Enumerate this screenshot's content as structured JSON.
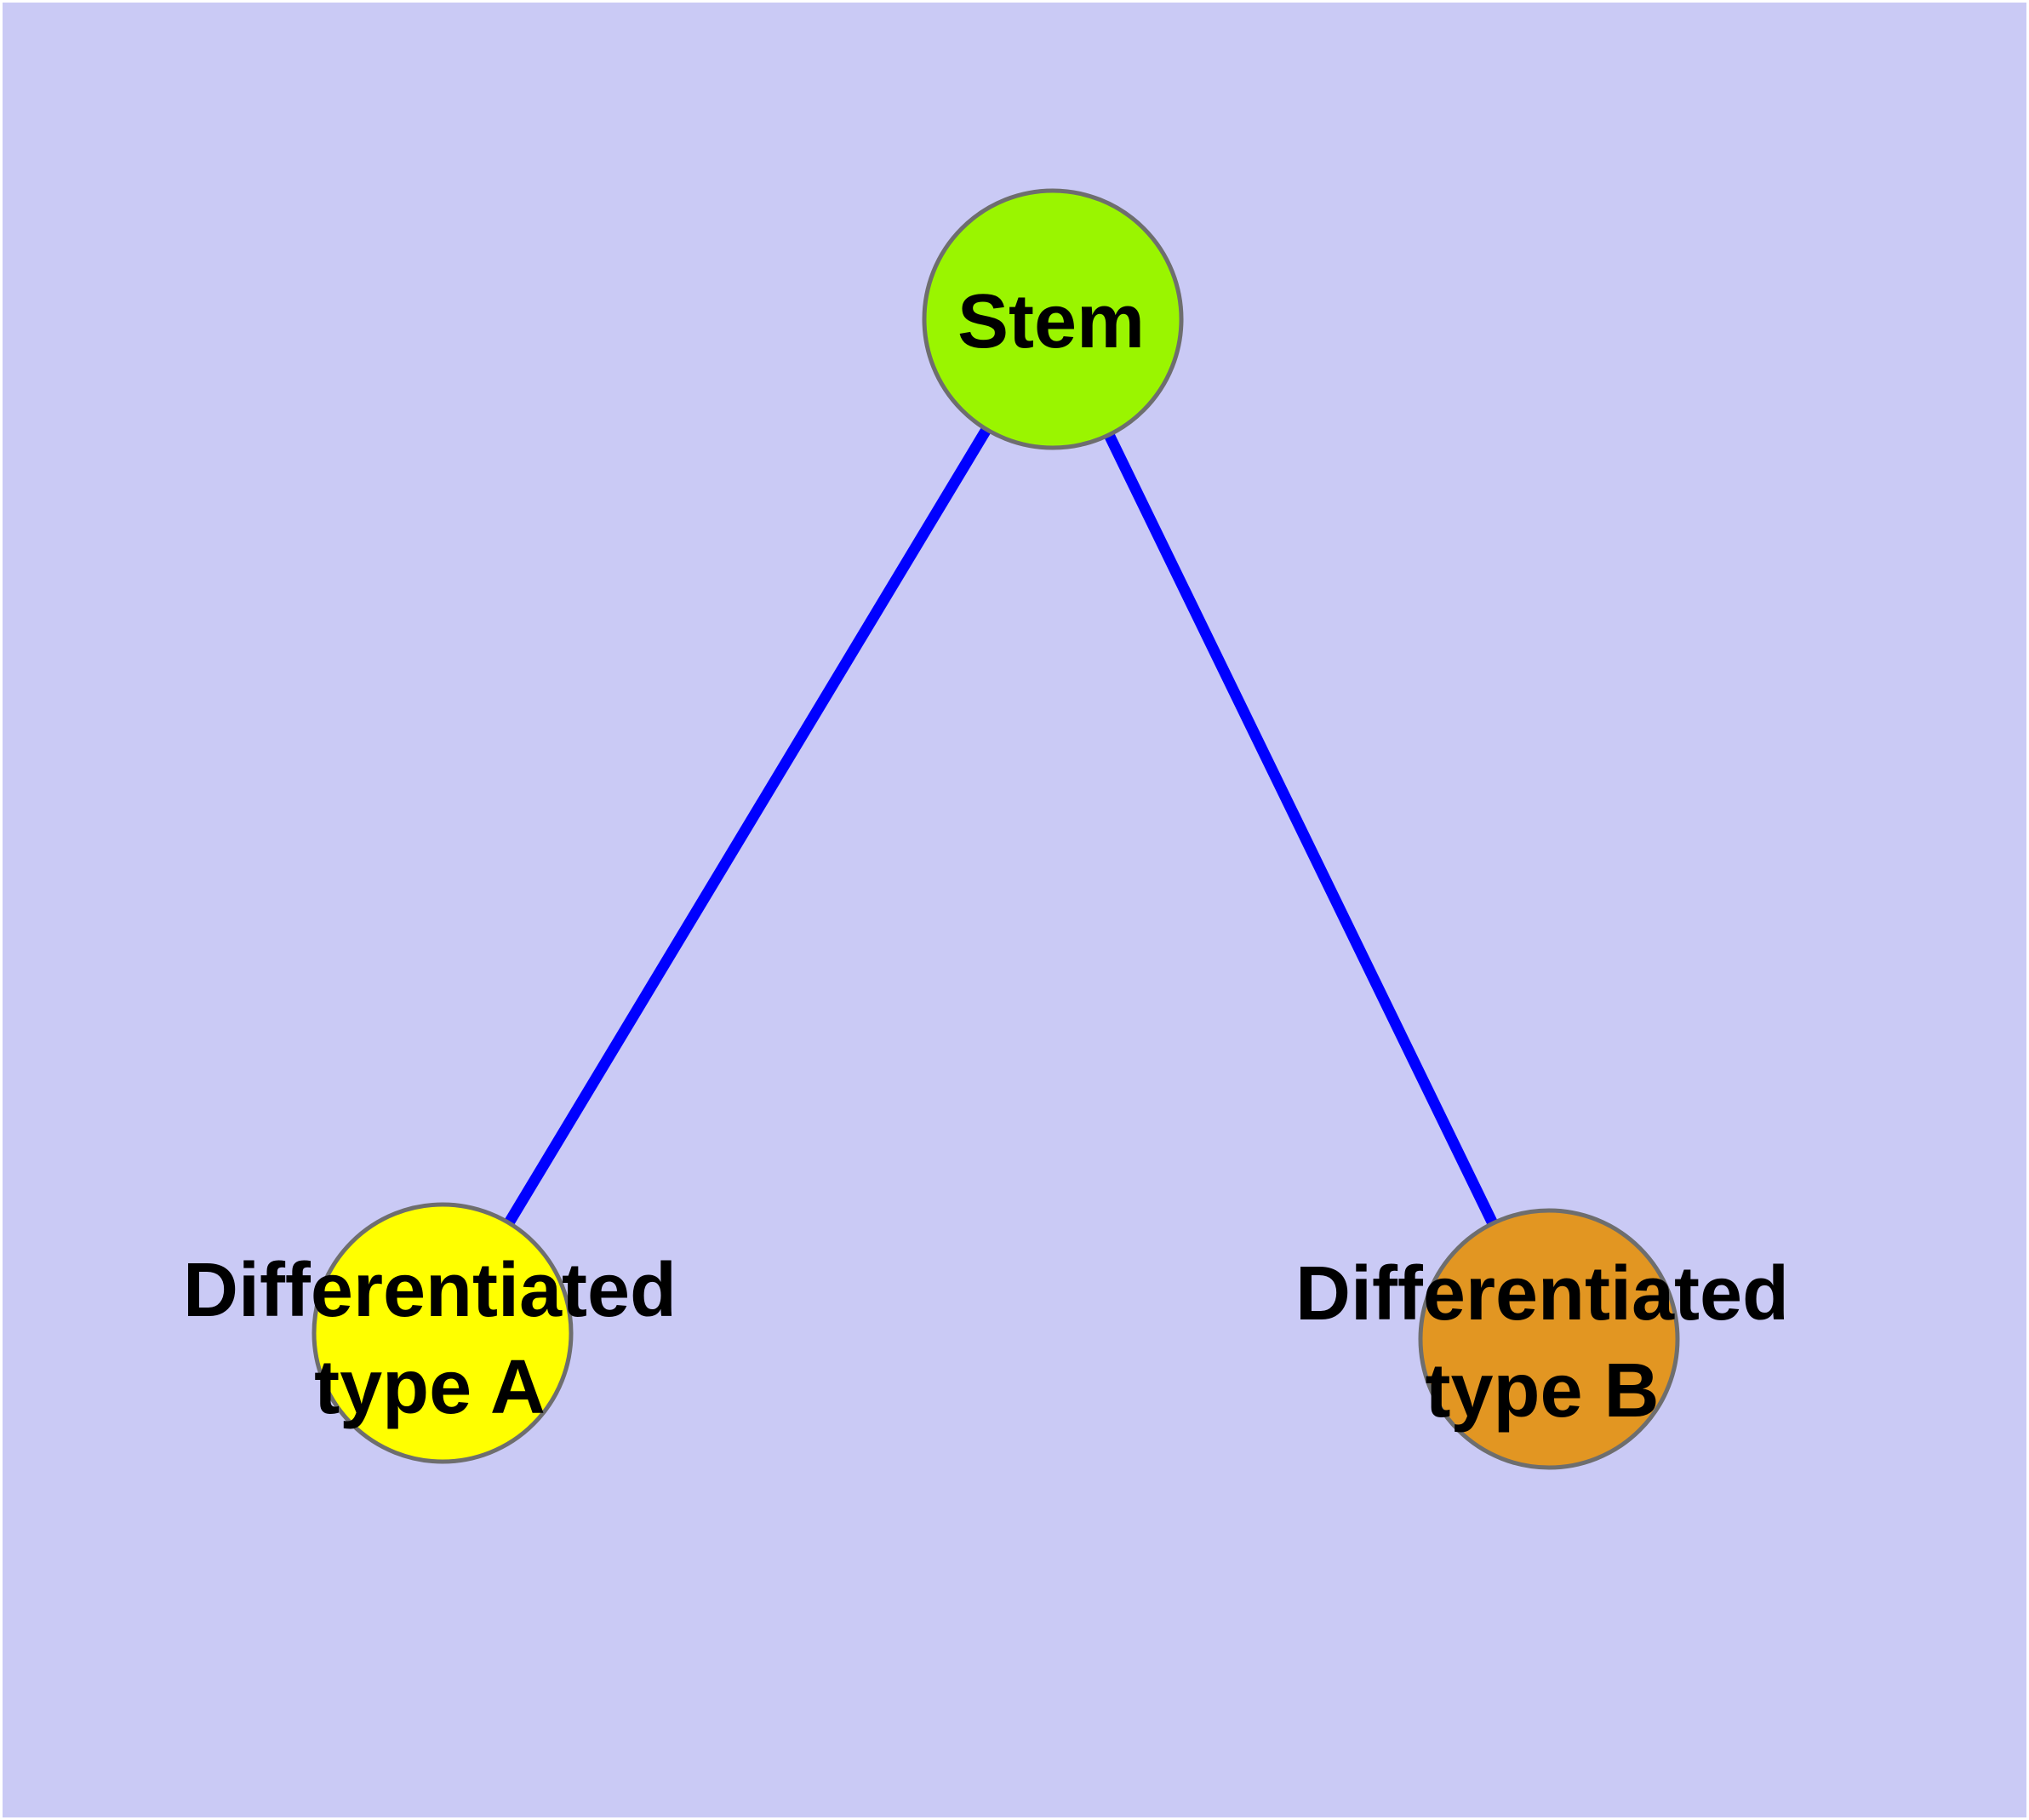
{
  "diagram": {
    "colors": {
      "background": "#cacaf5",
      "frame": "#ffffff",
      "edge": "#0000ff",
      "node_border": "#6e6e6e",
      "label_text": "#000000",
      "stem_fill": "#9af500",
      "type_a_fill": "#ffff00",
      "type_b_fill": "#e29622"
    },
    "nodes": [
      {
        "id": "stem",
        "label": "Stem",
        "label_line1": "Stem",
        "label_line2": "",
        "color": "#9af500"
      },
      {
        "id": "typeA",
        "label": "Differentiated type A",
        "label_line1": "Differentiated",
        "label_line2": "type A",
        "color": "#ffff00"
      },
      {
        "id": "typeB",
        "label": "Differentiated type B",
        "label_line1": "Differentiated",
        "label_line2": "type B",
        "color": "#e29622"
      }
    ],
    "edges": [
      {
        "from": "Stem",
        "to": "Differentiated type A"
      },
      {
        "from": "Stem",
        "to": "Differentiated type B"
      }
    ]
  }
}
